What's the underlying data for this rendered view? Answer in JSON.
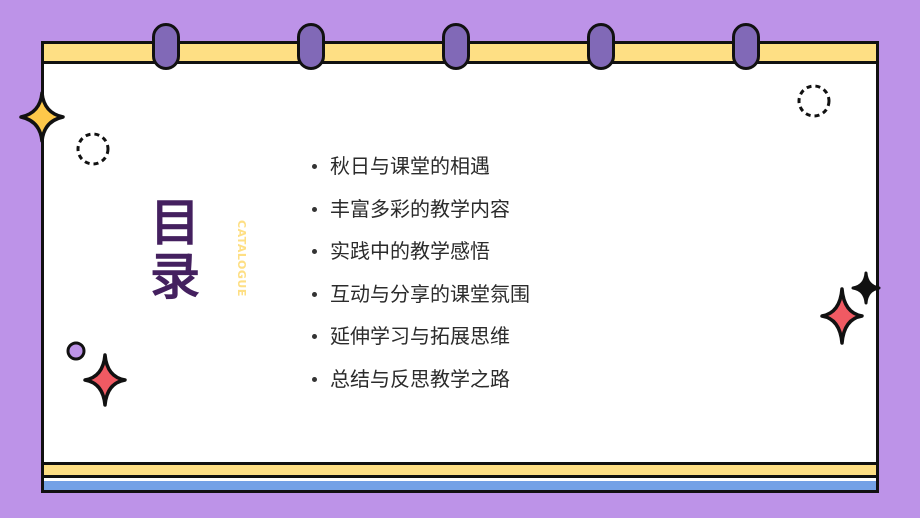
{
  "slide": {
    "title": "目录",
    "subtitle": "CATALOGUE",
    "items": [
      {
        "label": "秋日与课堂的相遇"
      },
      {
        "label": "丰富多彩的教学内容"
      },
      {
        "label": "实践中的教学感悟"
      },
      {
        "label": "互动与分享的课堂氛围"
      },
      {
        "label": "延伸学习与拓展思维"
      },
      {
        "label": "总结与反思教学之路"
      }
    ]
  },
  "colors": {
    "background": "#bd93e8",
    "bar_yellow": "#fedf84",
    "bar_blue": "#74a1e6",
    "ring": "#8169b7",
    "title": "#44205f",
    "star_red": "#f05a63",
    "star_yellow": "#fdc84a"
  },
  "decorations": [
    "yellow-star-icon",
    "red-star-icon",
    "black-star-icon",
    "dashed-circle-icon",
    "purple-dot-icon",
    "binder-ring-icon"
  ]
}
